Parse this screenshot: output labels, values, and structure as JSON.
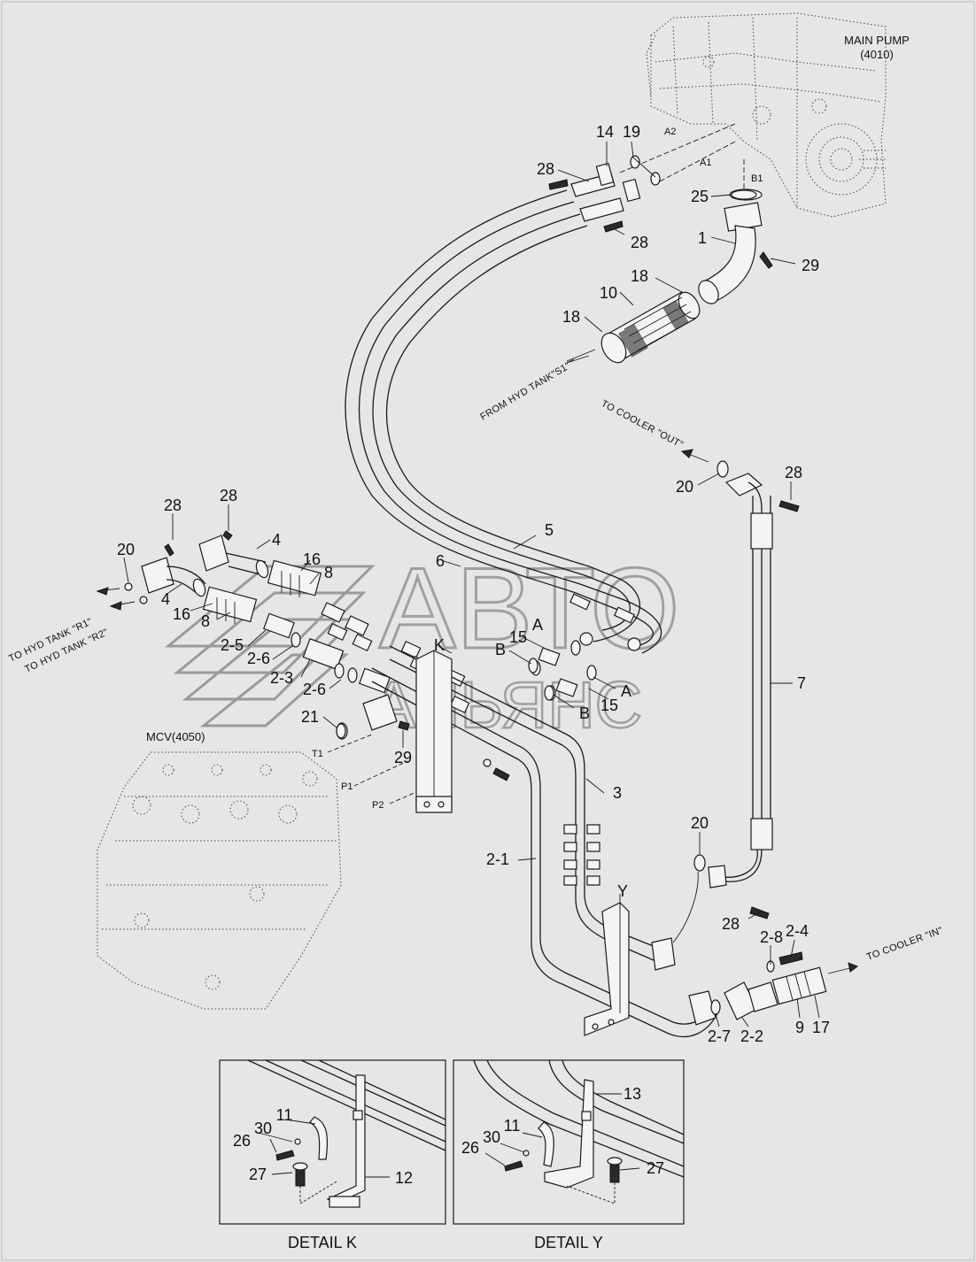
{
  "components": {
    "main_pump": {
      "line1": "MAIN PUMP",
      "line2": "(4010)"
    },
    "mcv": "MCV(4050)"
  },
  "ports": {
    "a2": "A2",
    "a1": "A1",
    "b1": "B1",
    "t1": "T1",
    "p1": "P1",
    "p2": "P2"
  },
  "flow_notes": {
    "from_hyd_tank": "FROM HYD TANK\"S1\"",
    "to_cooler_out": "TO COOLER \"OUT\"",
    "to_cooler_in": "TO COOLER \"IN\"",
    "to_hyd_tank_r1": "TO HYD TANK \"R1\"",
    "to_hyd_tank_r2": "TO HYD TANK \"R2\""
  },
  "part_numbers": {
    "p28a": "28",
    "p14": "14",
    "p19": "19",
    "p25": "25",
    "p28b": "28",
    "p1": "1",
    "p29a": "29",
    "p18a": "18",
    "p10": "10",
    "p18b": "18",
    "p20a": "20",
    "p28c": "28",
    "p28d": "28",
    "p28e": "28",
    "p20b": "20",
    "p4a": "4",
    "p4b": "4",
    "p16a": "16",
    "p8a": "8",
    "p16b": "16",
    "p8b": "8",
    "p5": "5",
    "p6": "6",
    "p2_5": "2-5",
    "p2_6a": "2-6",
    "p2_3": "2-3",
    "p2_6b": "2-6",
    "p21": "21",
    "p29b": "29",
    "pK": "K",
    "pA1": "A",
    "p15a": "15",
    "pB1": "B",
    "pA2": "A",
    "pB2": "B",
    "p15b": "15",
    "p7": "7",
    "p3": "3",
    "p2_1": "2-1",
    "p20c": "20",
    "p28f": "28",
    "pY": "Y",
    "p2_8": "2-8",
    "p2_4": "2-4",
    "p2_7": "2-7",
    "p2_2": "2-2",
    "p9": "9",
    "p17": "17"
  },
  "detail_k": {
    "title": "DETAIL K",
    "labels": {
      "p11": "11",
      "p30": "30",
      "p26": "26",
      "p27": "27",
      "p12": "12"
    }
  },
  "detail_y": {
    "title": "DETAIL Y",
    "labels": {
      "p13": "13",
      "p11": "11",
      "p30": "30",
      "p26": "26",
      "p27": "27"
    }
  },
  "watermark": {
    "line1": "АВТО",
    "line2": "АЛЬЯНС"
  }
}
